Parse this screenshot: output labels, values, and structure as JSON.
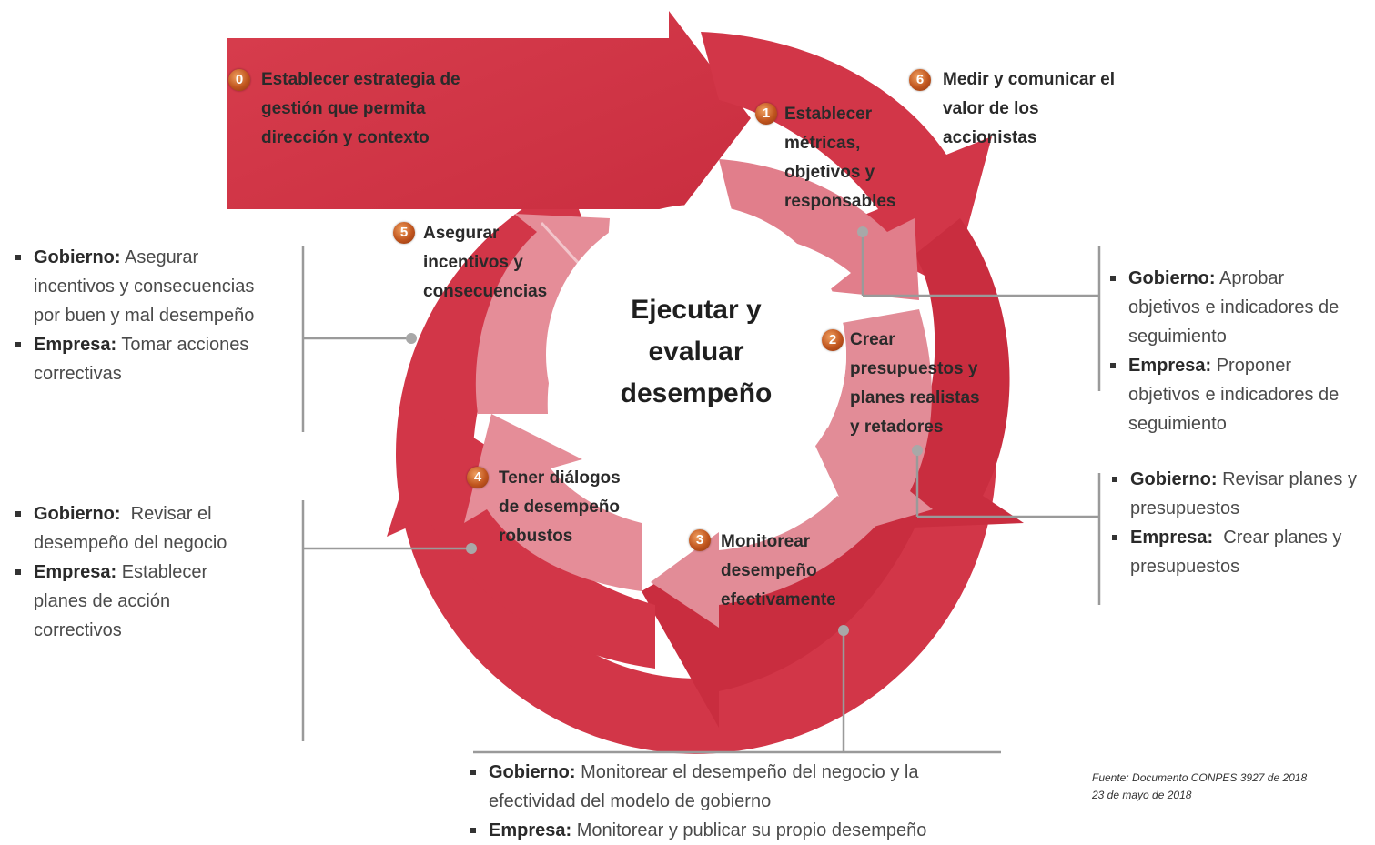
{
  "colors": {
    "outer_arrow": "#d4394a",
    "outer_arrow_dark": "#c22a3c",
    "inner_arrow": "#e58d98",
    "badge": "#c0551e",
    "connector": "#9a9a9a"
  },
  "center": [
    "Ejecutar y",
    "evaluar",
    "desempeño"
  ],
  "steps": [
    {
      "num": "0",
      "lines": [
        "Establecer estrategia de",
        "gestión que permita",
        "dirección y contexto"
      ]
    },
    {
      "num": "1",
      "lines": [
        "Establecer",
        "métricas,",
        "objetivos y",
        "responsables"
      ]
    },
    {
      "num": "2",
      "lines": [
        "Crear",
        "presupuestos y",
        "planes realistas",
        "y retadores"
      ]
    },
    {
      "num": "3",
      "lines": [
        "Monitorear",
        "desempeño",
        "efectivamente"
      ]
    },
    {
      "num": "4",
      "lines": [
        "Tener diálogos",
        "de desempeño",
        "robustos"
      ]
    },
    {
      "num": "5",
      "lines": [
        "Asegurar",
        "incentivos y",
        "consecuencias"
      ]
    },
    {
      "num": "6",
      "lines": [
        "Medir y comunicar el",
        "valor de los",
        "accionistas"
      ]
    }
  ],
  "notes": {
    "left_top": [
      {
        "who": "Gobierno:",
        "first": " Asegurar",
        "rest": [
          "incentivos y consecuencias",
          "por buen y mal desempeño"
        ]
      },
      {
        "who": "Empresa:",
        "first": " Tomar acciones",
        "rest": [
          "correctivas"
        ]
      }
    ],
    "left_bottom": [
      {
        "who": "Gobierno:",
        "first": "  Revisar el",
        "rest": [
          "desempeño del negocio"
        ]
      },
      {
        "who": "Empresa:",
        "first": " Establecer",
        "rest": [
          "planes de acción",
          "correctivos"
        ]
      }
    ],
    "right_top": [
      {
        "who": "Gobierno:",
        "first": " Aprobar",
        "rest": [
          "objetivos e indicadores de",
          "seguimiento"
        ]
      },
      {
        "who": "Empresa:",
        "first": " Proponer",
        "rest": [
          "objetivos e indicadores de",
          "seguimiento"
        ]
      }
    ],
    "right_bottom": [
      {
        "who": "Gobierno:",
        "first": " Revisar planes y",
        "rest": [
          "presupuestos"
        ]
      },
      {
        "who": "Empresa:",
        "first": "  Crear planes y",
        "rest": [
          "presupuestos"
        ]
      }
    ],
    "bottom": [
      {
        "who": "Gobierno:",
        "first": " Monitorear el desempeño del negocio y la",
        "rest": [
          "efectividad del modelo de gobierno"
        ]
      },
      {
        "who": "Empresa:",
        "first": " Monitorear y publicar su propio desempeño",
        "rest": []
      }
    ]
  },
  "source": [
    "Fuente:  Documento  CONPES  3927  de 2018",
    "23 de mayo de 2018"
  ]
}
